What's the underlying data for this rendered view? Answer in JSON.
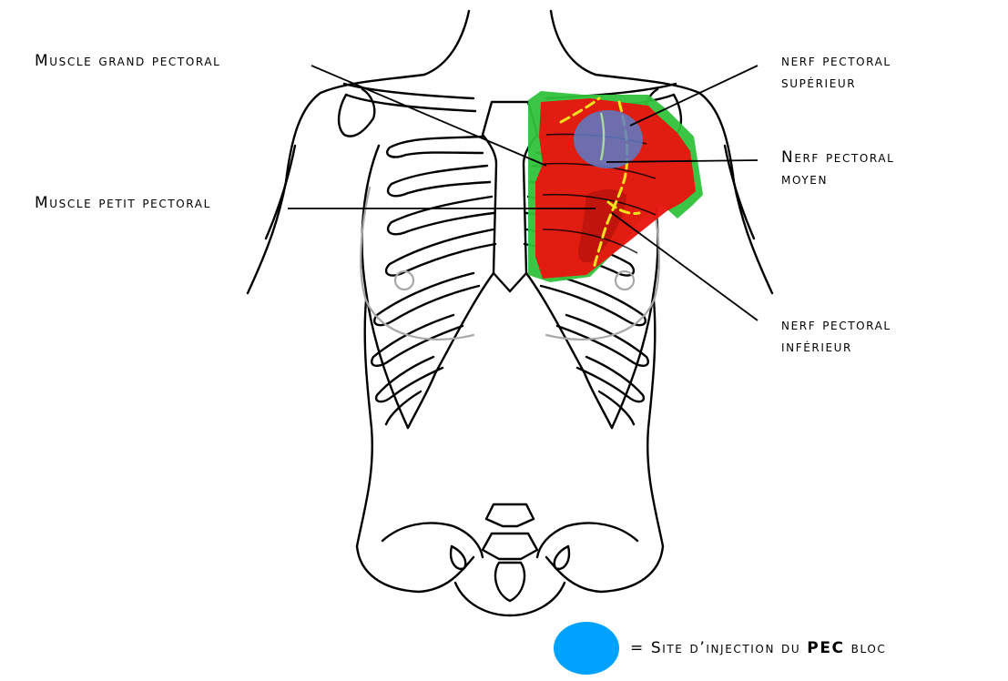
{
  "labels": {
    "grand_pectoral": "Muscle grand pectoral",
    "petit_pectoral": "Muscle petit pectoral",
    "nerf_superieur_l1": "nerf pectoral",
    "nerf_superieur_l2": "supérieur",
    "nerf_moyen_l1": "Nerf pectoral",
    "nerf_moyen_l2": "moyen",
    "nerf_inferieur_l1": "nerf pectoral",
    "nerf_inferieur_l2": "inférieur"
  },
  "legend": {
    "prefix": "= Site d’injection du ",
    "bold": "PEC",
    "suffix": " bloc",
    "marker_color": "#00A2FF"
  },
  "colors": {
    "outline": "#000000",
    "breast": "#A8A8A8",
    "major_muscle": "#E8150F",
    "minor_muscle": "#2FC23A",
    "nerve": "#F2E21B",
    "injection_overlay": "#5B7CC9"
  }
}
